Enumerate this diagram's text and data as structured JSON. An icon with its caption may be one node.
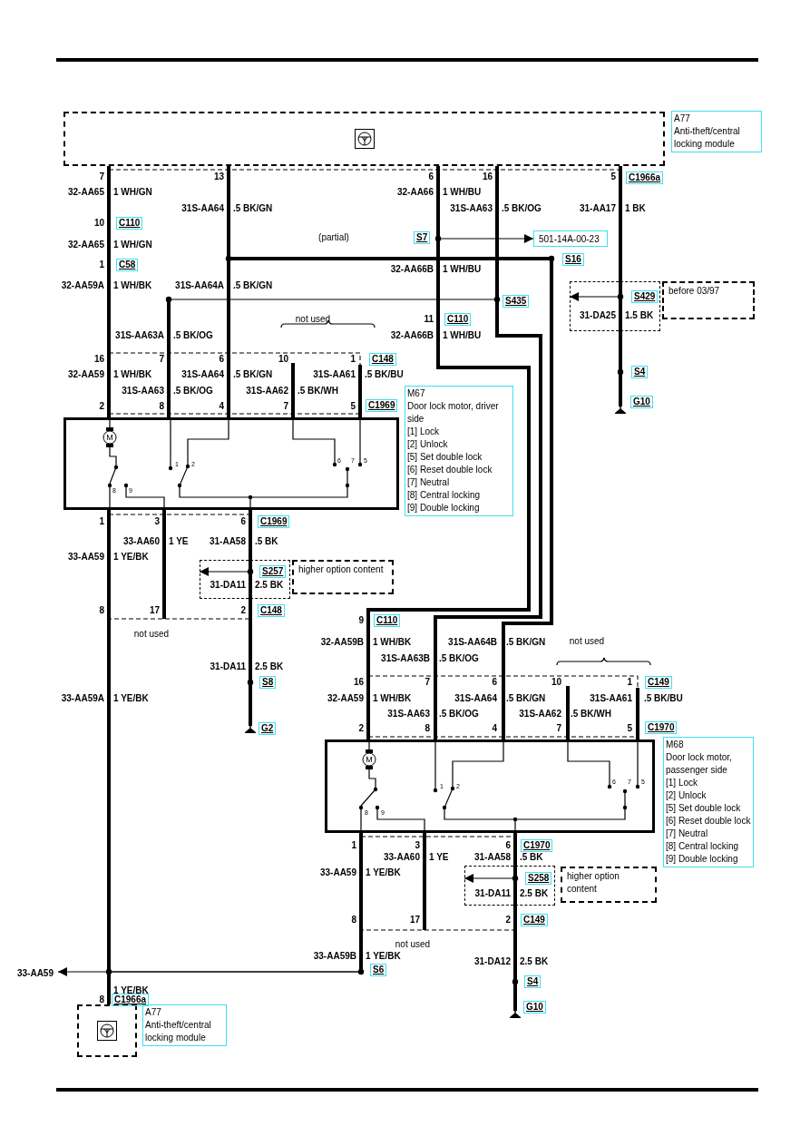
{
  "diagram": {
    "nodes": [
      {
        "text": [],
        "shape": "box",
        "beside": [
          "A77",
          "Anti-theft/central locking module"
        ]
      },
      {
        "text": [
          "501-14A-00-23"
        ]
      },
      {
        "text": [
          "before 03/97"
        ]
      },
      {
        "text": [],
        "shape": "box",
        "beside": [
          "M67",
          "Door lock motor, driver side",
          "[1] Lock",
          "[2] Unlock",
          "[5] Set double lock",
          "[6] Reset double lock",
          "[7] Neutral",
          "[8] Central locking",
          "[9] Double locking"
        ]
      },
      {
        "text": [
          "higher option content"
        ]
      },
      {
        "text": [],
        "shape": "box",
        "beside": [
          "M68",
          "Door lock motor, passenger side",
          "[1] Lock",
          "[2] Unlock",
          "[5] Set double lock",
          "[6] Reset double lock",
          "[7] Neutral",
          "[8] Central locking",
          "[9] Double locking"
        ]
      },
      {
        "text": [
          "higher option content"
        ]
      },
      {
        "text": [],
        "shape": "box",
        "beside": [
          "A77",
          "Anti-theft/central locking module"
        ]
      },
      {
        "text": [],
        "shape": "ground",
        "beside": [
          "G10"
        ]
      },
      {
        "text": [],
        "shape": "ground",
        "beside": [
          "G2"
        ]
      },
      {
        "text": [],
        "shape": "ground",
        "beside": [
          "G10"
        ]
      },
      {
        "text": [
          "S429",
          "31-DA25",
          "1.5 BK"
        ]
      },
      {
        "text": [
          "S257",
          "31-DA11",
          "2.5 BK"
        ]
      },
      {
        "text": [
          "S258",
          "31-DA11",
          "2.5 BK"
        ]
      },
      {
        "text": [
          "33-AA59"
        ]
      }
    ],
    "edges": [
      {
        "from": 0,
        "to": 3,
        "arrow": "none"
      },
      {
        "from": 0,
        "to": 3,
        "arrow": "none"
      },
      {
        "from": 0,
        "to": 3,
        "arrow": "none"
      },
      {
        "from": 0,
        "to": 5,
        "arrow": "none"
      },
      {
        "from": 0,
        "to": 5,
        "arrow": "none"
      },
      {
        "from": 0,
        "to": 5,
        "arrow": "none"
      },
      {
        "from": 0,
        "to": 1,
        "arrow": "to"
      },
      {
        "from": 11,
        "to": 8,
        "arrow": "none"
      },
      {
        "from": 0,
        "to": 11,
        "arrow": "to"
      },
      {
        "from": 3,
        "to": 7,
        "arrow": "none"
      },
      {
        "from": 12,
        "to": 9,
        "arrow": "none"
      },
      {
        "from": 3,
        "to": 12,
        "arrow": "to"
      },
      {
        "from": 5,
        "to": 7,
        "arrow": "none"
      },
      {
        "from": 5,
        "to": 14,
        "arrow": "to"
      },
      {
        "from": 13,
        "to": 10,
        "arrow": "none"
      },
      {
        "from": 5,
        "to": 13,
        "arrow": "to"
      },
      {
        "from": 0,
        "to": 11,
        "arrow": "none"
      },
      {
        "from": 3,
        "to": 12,
        "arrow": "none"
      },
      {
        "from": 5,
        "to": 13,
        "arrow": "none"
      }
    ],
    "labels": [
      "7",
      "13",
      "6",
      "16",
      "5",
      "C1966a",
      "32-AA65",
      "1 WH/GN",
      "32-AA66",
      "1 WH/BU",
      "31S-AA64",
      ".5 BK/GN",
      "31S-AA63",
      ".5 BK/OG",
      "31-AA17",
      "1 BK",
      "10",
      "C110",
      "(partial)",
      "S7",
      "32-AA65",
      "1 WH/GN",
      "S16",
      "1",
      "C58",
      "32-AA66B",
      "1 WH/BU",
      "32-AA59A",
      "1 WH/BK",
      "31S-AA64A",
      ".5 BK/GN",
      "S435",
      "not used",
      "11",
      "C110",
      "31S-AA63A",
      ".5 BK/OG",
      "32-AA66B",
      "1 WH/BU",
      "16",
      "7",
      "6",
      "10",
      "1",
      "C148",
      "32-AA59",
      "1 WH/BK",
      "31S-AA64",
      ".5 BK/GN",
      "31S-AA61",
      ".5 BK/BU",
      "S4",
      "31S-AA63",
      ".5 BK/OG",
      "31S-AA62",
      ".5 BK/WH",
      "2",
      "8",
      "4",
      "7",
      "5",
      "C1969",
      "M",
      "1",
      "2",
      "6",
      "7",
      "5",
      "8",
      "9",
      "1",
      "3",
      "6",
      "C1969",
      "33-AA60",
      "1 YE",
      "31-AA58",
      ".5 BK",
      "33-AA59",
      "1 YE/BK",
      "8",
      "17",
      "2",
      "C148",
      "9",
      "C110",
      "not used",
      "32-AA59B",
      "1 WH/BK",
      "31S-AA64B",
      ".5 BK/GN",
      "not used",
      "31S-AA63B",
      ".5 BK/OG",
      "31-DA11",
      "2.5 BK",
      "S8",
      "16",
      "7",
      "6",
      "10",
      "1",
      "C149",
      "33-AA59A",
      "1 YE/BK",
      "32-AA59",
      "1 WH/BK",
      "31S-AA64",
      ".5 BK/GN",
      "31S-AA61",
      ".5 BK/BU",
      "31S-AA63",
      ".5 BK/OG",
      "31S-AA62",
      ".5 BK/WH",
      "2",
      "8",
      "4",
      "7",
      "5",
      "C1970",
      "M",
      "1",
      "2",
      "6",
      "7",
      "5",
      "8",
      "9",
      "1",
      "3",
      "6",
      "C1970",
      "33-AA60",
      "1 YE",
      "31-AA58",
      ".5 BK",
      "33-AA59",
      "1 YE/BK",
      "8",
      "17",
      "2",
      "C149",
      "not used",
      "33-AA59B",
      "1 YE/BK",
      "31-DA12",
      "2.5 BK",
      "S6",
      "1 YE/BK",
      "S4",
      "8",
      "C1966a"
    ]
  }
}
